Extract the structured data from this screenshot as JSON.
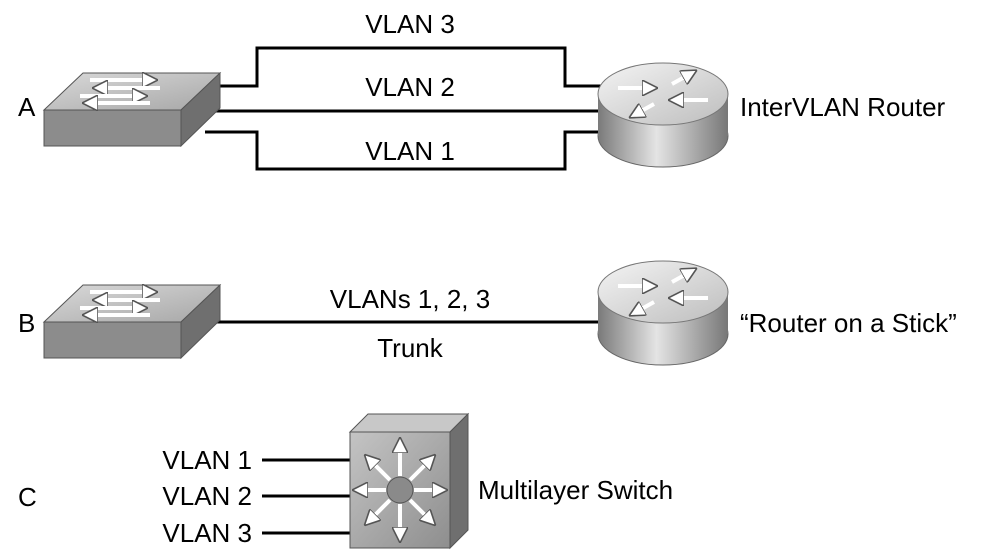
{
  "section_a": {
    "letter": "A",
    "vlan3_label": "VLAN 3",
    "vlan2_label": "VLAN 2",
    "vlan1_label": "VLAN 1",
    "router_label": "InterVLAN Router"
  },
  "section_b": {
    "letter": "B",
    "top_label": "VLANs 1, 2, 3",
    "bottom_label": "Trunk",
    "router_label": "“Router on a Stick”"
  },
  "section_c": {
    "letter": "C",
    "vlan1_label": "VLAN 1",
    "vlan2_label": "VLAN 2",
    "vlan3_label": "VLAN 3",
    "switch_label": "Multilayer Switch"
  },
  "colors": {
    "line": "#000000",
    "switch_top": "#c9c9c9",
    "switch_front": "#8c8c8c",
    "router_side": "#a9a9a9",
    "router_top": "#e6e6e6",
    "mls_face": "#a8a8a8"
  }
}
